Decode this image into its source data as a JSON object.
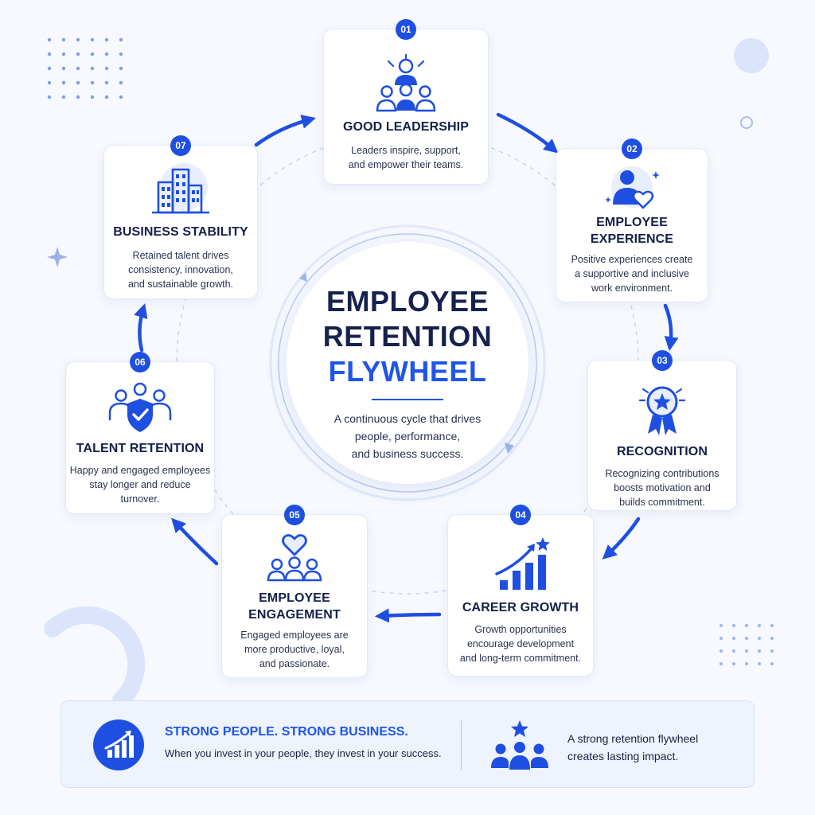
{
  "title": {
    "line1": "EMPLOYEE",
    "line2": "RETENTION",
    "line3": "FLYWHEEL",
    "subtitle": "A continuous cycle that drives\npeople, performance,\nand business success."
  },
  "steps": [
    {
      "number": "01",
      "title": "GOOD LEADERSHIP",
      "description": "Leaders inspire, support,\nand empower their teams.",
      "icon": "team-leader-icon"
    },
    {
      "number": "02",
      "title": "EMPLOYEE\nEXPERIENCE",
      "description": "Positive experiences create\na supportive and inclusive\nwork environment.",
      "icon": "person-heart-icon"
    },
    {
      "number": "03",
      "title": "RECOGNITION",
      "description": "Recognizing contributions\nboosts motivation and\nbuilds commitment.",
      "icon": "award-ribbon-icon"
    },
    {
      "number": "04",
      "title": "CAREER GROWTH",
      "description": "Growth opportunities\nencourage development\nand long-term commitment.",
      "icon": "growth-chart-icon"
    },
    {
      "number": "05",
      "title": "EMPLOYEE\nENGAGEMENT",
      "description": "Engaged employees are\nmore productive, loyal,\nand passionate.",
      "icon": "heart-team-icon"
    },
    {
      "number": "06",
      "title": "TALENT RETENTION",
      "description": "Happy and engaged employees\nstay longer and reduce\nturnover.",
      "icon": "shield-team-icon"
    },
    {
      "number": "07",
      "title": "BUSINESS STABILITY",
      "description": "Retained talent drives\nconsistency, innovation,\nand sustainable growth.",
      "icon": "buildings-icon"
    }
  ],
  "footer": {
    "heading": "STRONG PEOPLE. STRONG BUSINESS.",
    "subtext": "When you invest in your people, they invest in your success.",
    "right_text": "A strong retention flywheel\ncreates lasting impact.",
    "left_icon": "growth-chart-icon",
    "right_icon": "star-team-icon"
  },
  "colors": {
    "accent": "#1f4fe0",
    "heading": "#16214d",
    "background": "#f7f9fe"
  }
}
